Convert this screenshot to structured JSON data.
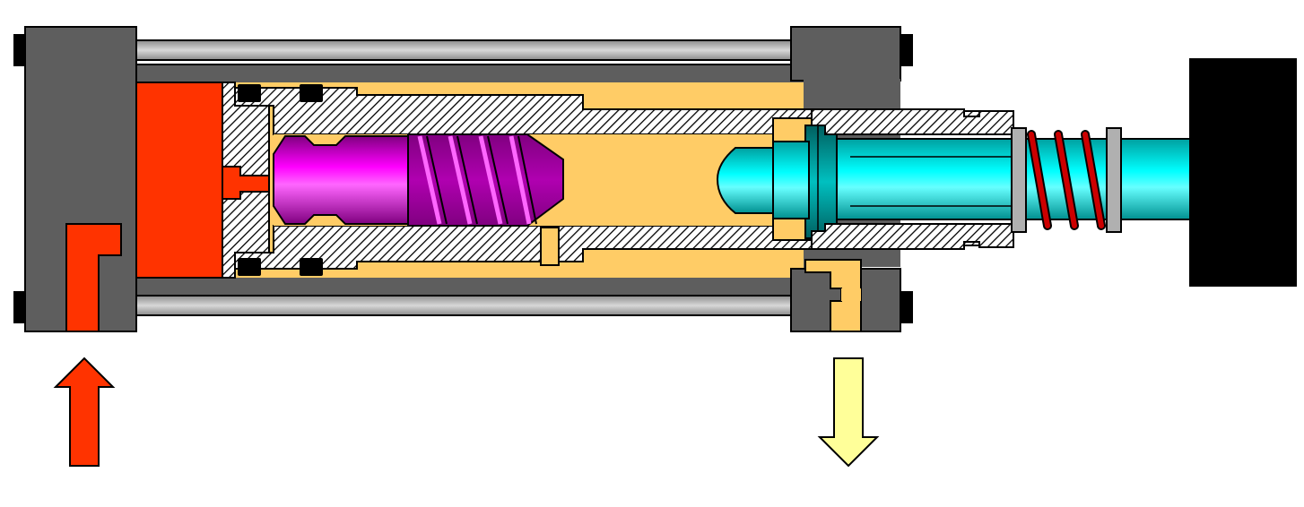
{
  "diagram": {
    "kind": "hydraulic-cylinder-cutaway",
    "components": [
      "left-end-cap",
      "right-end-cap",
      "tie-rods",
      "barrel",
      "piston",
      "piston-seals",
      "hollow-piston-rod",
      "worm-screw",
      "splined-shaft",
      "return-spring",
      "load-block"
    ],
    "flow_arrows": [
      {
        "id": "inlet",
        "direction": "up",
        "color": "#ff3300"
      },
      {
        "id": "outlet",
        "direction": "down",
        "color": "#ffff99"
      }
    ]
  },
  "colors": {
    "cap_gray": "#5e5e5e",
    "rod_gray": "#9a9a9a",
    "pressure_red": "#ff3300",
    "oil_tan": "#ffcc66",
    "screw_magenta": "#ff00ff",
    "screw_purple": "#800080",
    "shaft_cyan": "#00ffff",
    "collar_teal": "#008080",
    "spring_red": "#cc0000",
    "washer_gray": "#b0b0b0",
    "load_black": "#000000",
    "outlet_yellow": "#ffff99"
  }
}
